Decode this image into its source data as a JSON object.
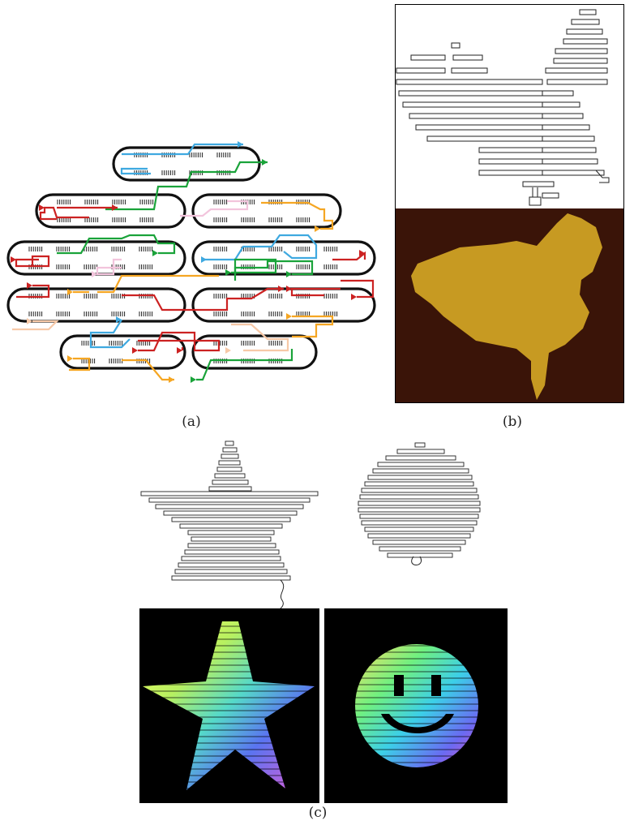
{
  "figure": {
    "labels": {
      "a": "(a)",
      "b": "(b)",
      "c": "(c)"
    },
    "colors": {
      "background": "#ffffff",
      "helix": "#111111",
      "staple_blue": "#3fa9e0",
      "staple_green": "#1aa33a",
      "staple_red": "#cc2222",
      "staple_orange": "#f5a623",
      "staple_pink": "#f2c4dc",
      "staple_peach": "#f7c9a8",
      "afm_dark": "#3a1408",
      "afm_shape": "#c79a22",
      "afm_frame": "#000000"
    }
  }
}
